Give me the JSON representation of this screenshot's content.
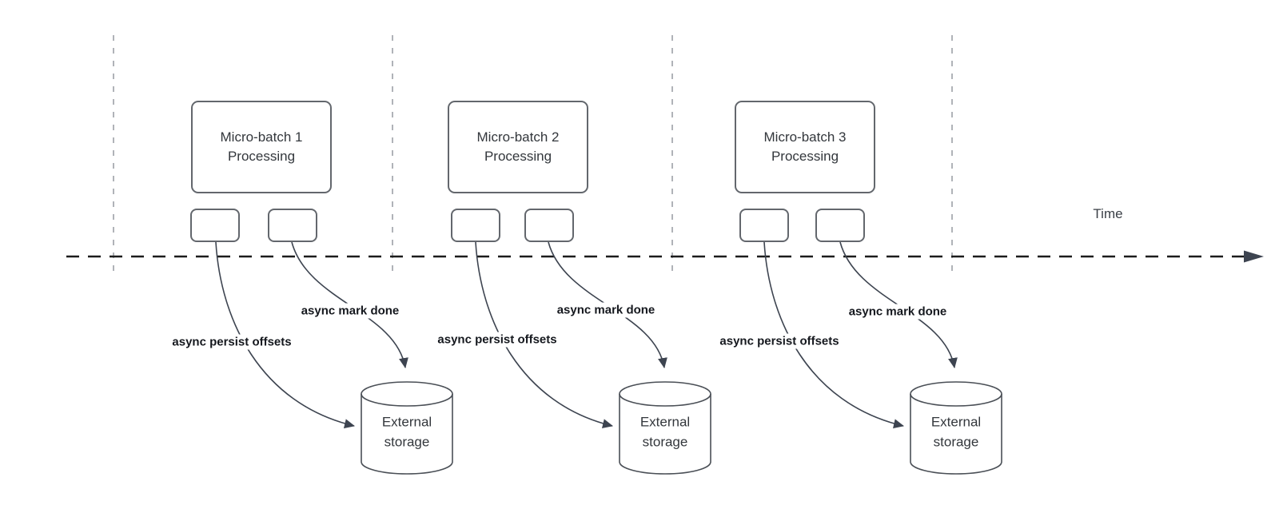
{
  "diagram": {
    "time_axis": {
      "label": "Time"
    },
    "batches": [
      {
        "name": "Micro-batch 1 Processing",
        "persist_label": "async persist offsets",
        "done_label": "async mark done",
        "storage": "External storage"
      },
      {
        "name": "Micro-batch 2 Processing",
        "persist_label": "async persist offsets",
        "done_label": "async mark done",
        "storage": "External storage"
      },
      {
        "name": "Micro-batch 3 Processing",
        "persist_label": "async persist offsets",
        "done_label": "async mark done",
        "storage": "External storage"
      }
    ],
    "colors": {
      "box_border": "#63676d",
      "guide_line": "#b0b3b8",
      "axis_line": "#1c1c1c",
      "arrow": "#3d4450",
      "label_text": "#15181e",
      "box_text": "#33373c"
    }
  }
}
